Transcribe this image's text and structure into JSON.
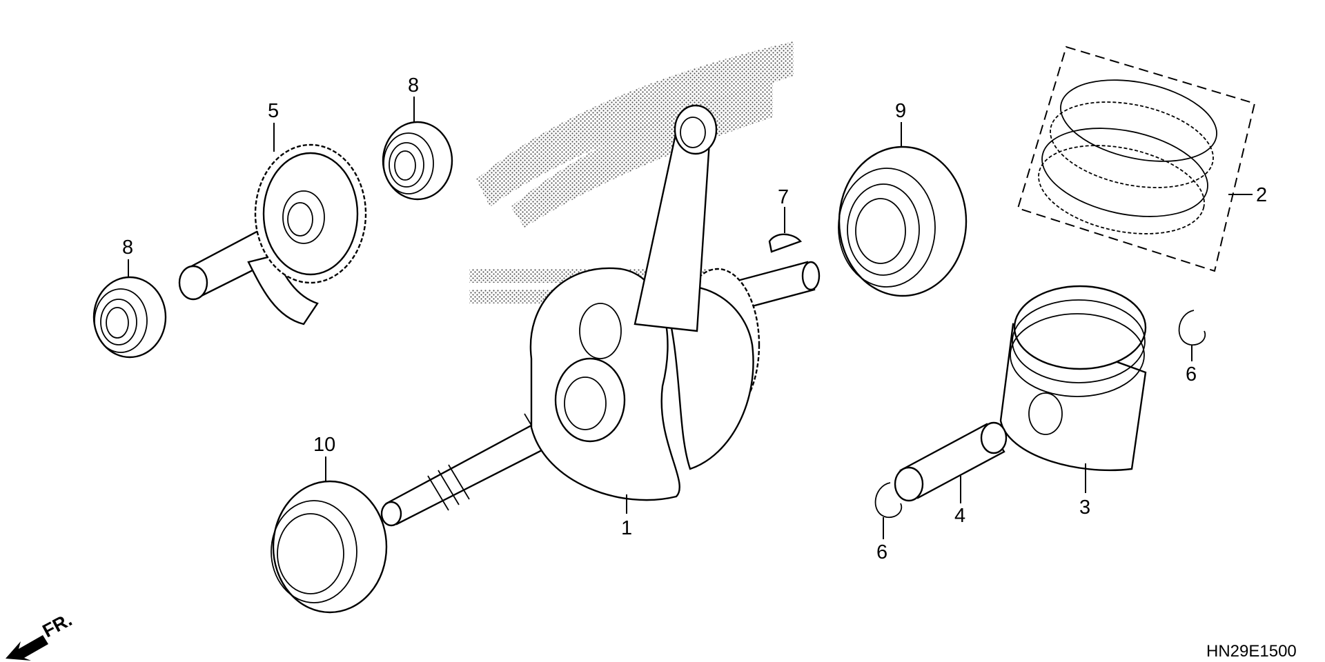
{
  "diagram_code": "HN29E1500",
  "front_marker": "FR.",
  "callouts": [
    {
      "id": "1",
      "text": "1"
    },
    {
      "id": "2",
      "text": "2"
    },
    {
      "id": "3",
      "text": "3"
    },
    {
      "id": "4",
      "text": "4"
    },
    {
      "id": "5",
      "text": "5"
    },
    {
      "id": "6a",
      "text": "6"
    },
    {
      "id": "6b",
      "text": "6"
    },
    {
      "id": "7",
      "text": "7"
    },
    {
      "id": "8a",
      "text": "8"
    },
    {
      "id": "8b",
      "text": "8"
    },
    {
      "id": "9",
      "text": "9"
    },
    {
      "id": "10",
      "text": "10"
    }
  ]
}
